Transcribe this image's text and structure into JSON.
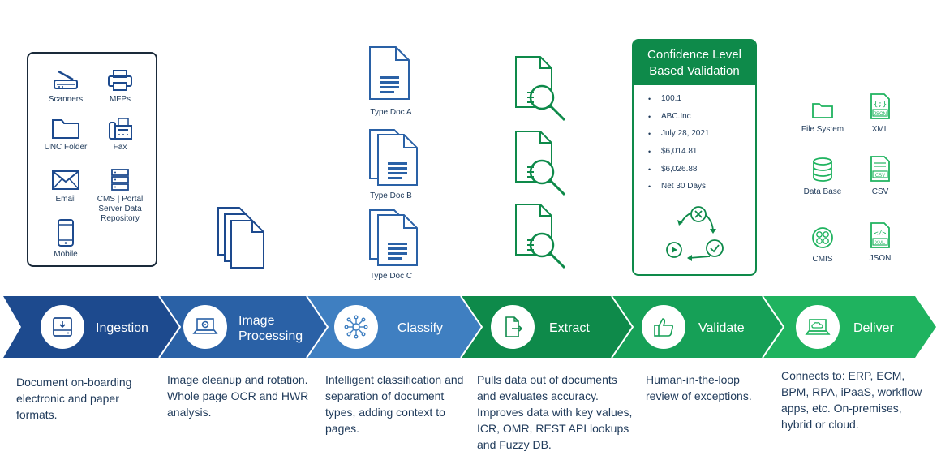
{
  "sources": [
    {
      "label": "Scanners",
      "icon": "scanner-icon"
    },
    {
      "label": "MFPs",
      "icon": "printer-icon"
    },
    {
      "label": "UNC Folder",
      "icon": "folder-icon"
    },
    {
      "label": "Fax",
      "icon": "fax-icon"
    },
    {
      "label": "Email",
      "icon": "envelope-icon"
    },
    {
      "label": "CMS | Portal Server Data Repository",
      "icon": "server-icon"
    },
    {
      "label": "Mobile",
      "icon": "mobile-phone-icon"
    }
  ],
  "doc_types": [
    "Type Doc A",
    "Type Doc B",
    "Type Doc C"
  ],
  "validation": {
    "title": "Confidence Level Based Validation",
    "values": [
      "100.1",
      "ABC.Inc",
      "July 28, 2021",
      "$6,014.81",
      "$6,026.88",
      "Net 30 Days"
    ]
  },
  "outputs": [
    {
      "label": "File System",
      "icon": "folder-icon"
    },
    {
      "label": "XML",
      "icon": "xml-file-icon",
      "tag": "JSON"
    },
    {
      "label": "Data Base",
      "icon": "database-icon"
    },
    {
      "label": "CSV",
      "icon": "csv-file-icon",
      "tag": "CSV"
    },
    {
      "label": "CMIS",
      "icon": "cmis-icon"
    },
    {
      "label": "JSON",
      "icon": "json-file-icon",
      "tag": "XML"
    }
  ],
  "stages": [
    {
      "label": "Ingestion",
      "icon": "inbox-tray-icon",
      "color": "#1d4a8e",
      "description": "Document on-boarding electronic and paper formats."
    },
    {
      "label": "Image Processing",
      "icon": "laptop-gear-icon",
      "color": "#2a61a6",
      "description": "Image cleanup and rotation. Whole page OCR and HWR analysis."
    },
    {
      "label": "Classify",
      "icon": "network-nodes-icon",
      "color": "#3f7fc1",
      "description": "Intelligent classification and separation of document types, adding context to pages."
    },
    {
      "label": "Extract",
      "icon": "document-export-icon",
      "color": "#0e8a4a",
      "description": "Pulls data out of documents and evaluates accuracy. Improves data with key values, ICR, OMR, REST API lookups and Fuzzy DB."
    },
    {
      "label": "Validate",
      "icon": "thumbs-up-icon",
      "color": "#16a057",
      "description": "Human-in-the-loop review of exceptions."
    },
    {
      "label": "Deliver",
      "icon": "laptop-cloud-icon",
      "color": "#1fb35f",
      "description": "Connects to: ERP, ECM, BPM, RPA, iPaaS, workflow apps, etc. On-premises, hybrid or cloud."
    }
  ]
}
